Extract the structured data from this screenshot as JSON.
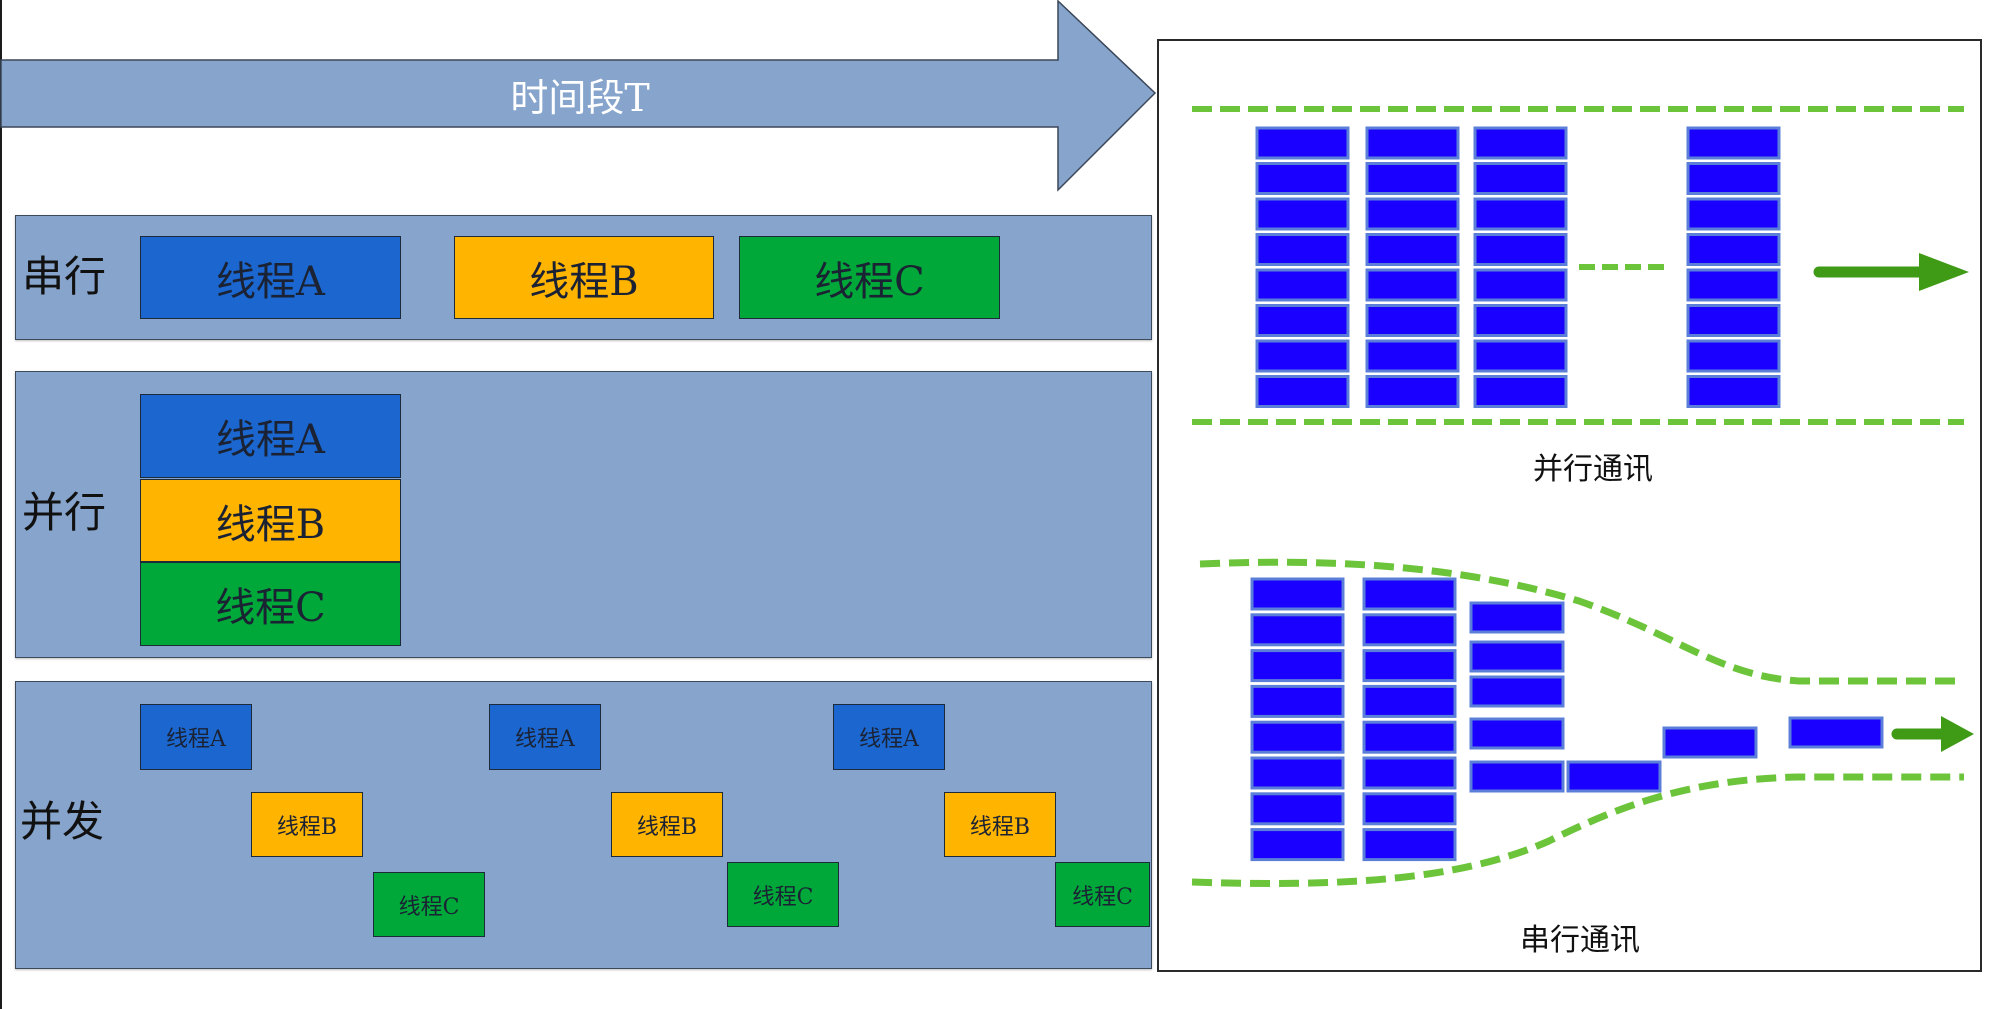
{
  "colors": {
    "band": "#87a5cc",
    "thread_a": "#1b67cf",
    "thread_b": "#ffb400",
    "thread_c": "#00a83a",
    "time_arrow": "#87a5cc",
    "comm_block": "#1a00ff",
    "comm_block_border": "#5b7fd8",
    "dash_green": "#6cc43b",
    "arrow_green": "#3f9a16"
  },
  "time_arrow": {
    "label": "时间段T"
  },
  "serial": {
    "label": "串行",
    "threads": [
      {
        "label": "线程A",
        "type": "a"
      },
      {
        "label": "线程B",
        "type": "b"
      },
      {
        "label": "线程C",
        "type": "c"
      }
    ]
  },
  "parallel": {
    "label": "并行",
    "threads": [
      {
        "label": "线程A",
        "type": "a"
      },
      {
        "label": "线程B",
        "type": "b"
      },
      {
        "label": "线程C",
        "type": "c"
      }
    ]
  },
  "concurrent": {
    "label": "并发",
    "threads": [
      {
        "label": "线程A",
        "type": "a"
      },
      {
        "label": "线程B",
        "type": "b"
      },
      {
        "label": "线程C",
        "type": "c"
      },
      {
        "label": "线程A",
        "type": "a"
      },
      {
        "label": "线程B",
        "type": "b"
      },
      {
        "label": "线程C",
        "type": "c"
      },
      {
        "label": "线程A",
        "type": "a"
      },
      {
        "label": "线程B",
        "type": "b"
      },
      {
        "label": "线程C",
        "type": "c"
      }
    ]
  },
  "comm": {
    "parallel_caption": "并行通讯",
    "serial_caption": "串行通讯",
    "parallel_columns": 4,
    "parallel_rows_per_column": 8,
    "serial_layout": {
      "full_columns": 2,
      "rows_per_full_column": 8,
      "third_column_blocks": 5,
      "trailing_blocks": 3
    }
  }
}
